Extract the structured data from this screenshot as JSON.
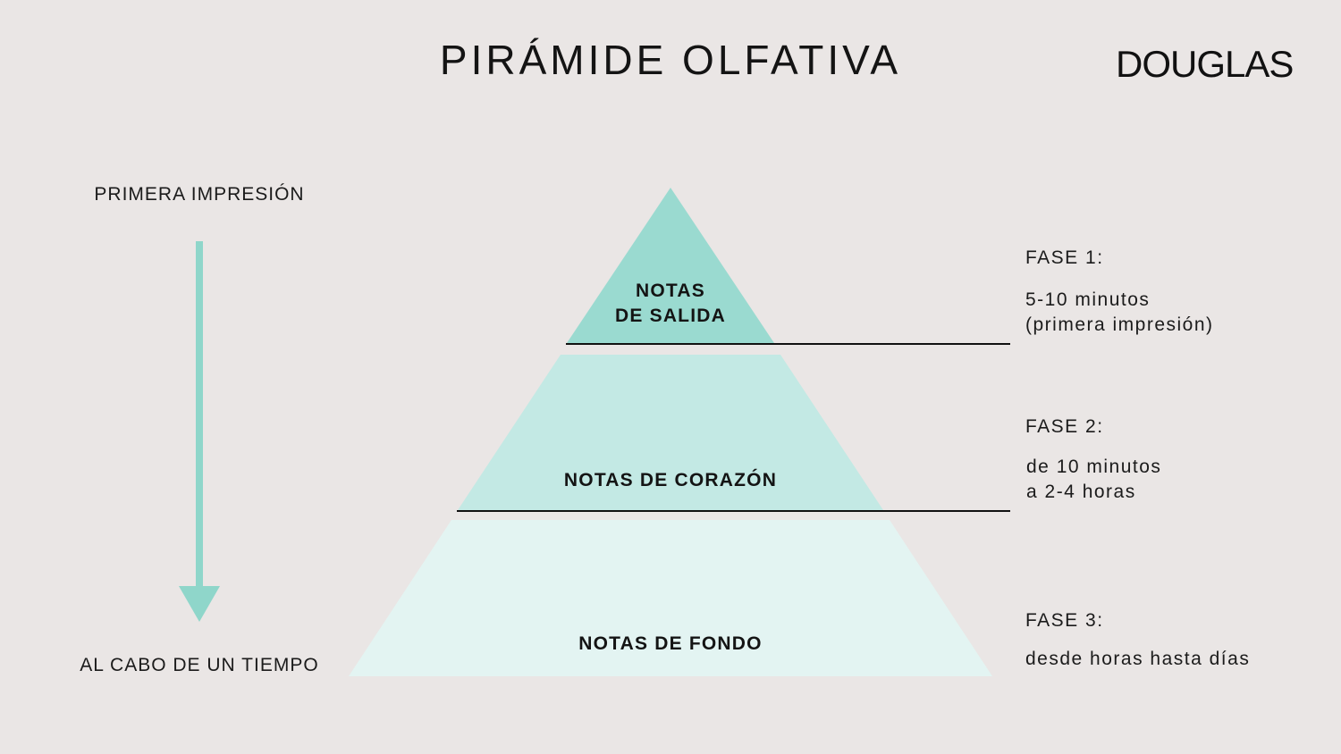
{
  "header": {
    "title": "PIRÁMIDE OLFATIVA",
    "brand": "DOUGLAS"
  },
  "timeline": {
    "start_label": "PRIMERA IMPRESIÓN",
    "end_label": "AL CABO DE UN TIEMPO",
    "arrow_icon": "arrow-down-icon",
    "arrow_color": "#8fd6ca"
  },
  "pyramid": {
    "tiers": [
      {
        "label_line1": "NOTAS",
        "label_line2": "DE SALIDA",
        "color": "#9adad0"
      },
      {
        "label_line1": "NOTAS DE CORAZÓN",
        "color": "#c3e9e4"
      },
      {
        "label_line1": "NOTAS DE FONDO",
        "color": "#e3f4f2"
      }
    ],
    "divider_color": "#111111"
  },
  "phases": [
    {
      "title": "FASE 1:",
      "description": "5-10 minutos\n(primera impresión)"
    },
    {
      "title": "FASE 2:",
      "description": "de 10 minutos\na 2-4 horas"
    },
    {
      "title": "FASE 3:",
      "description": "desde horas hasta días"
    }
  ],
  "colors": {
    "background": "#eae6e5",
    "text": "#111111"
  }
}
